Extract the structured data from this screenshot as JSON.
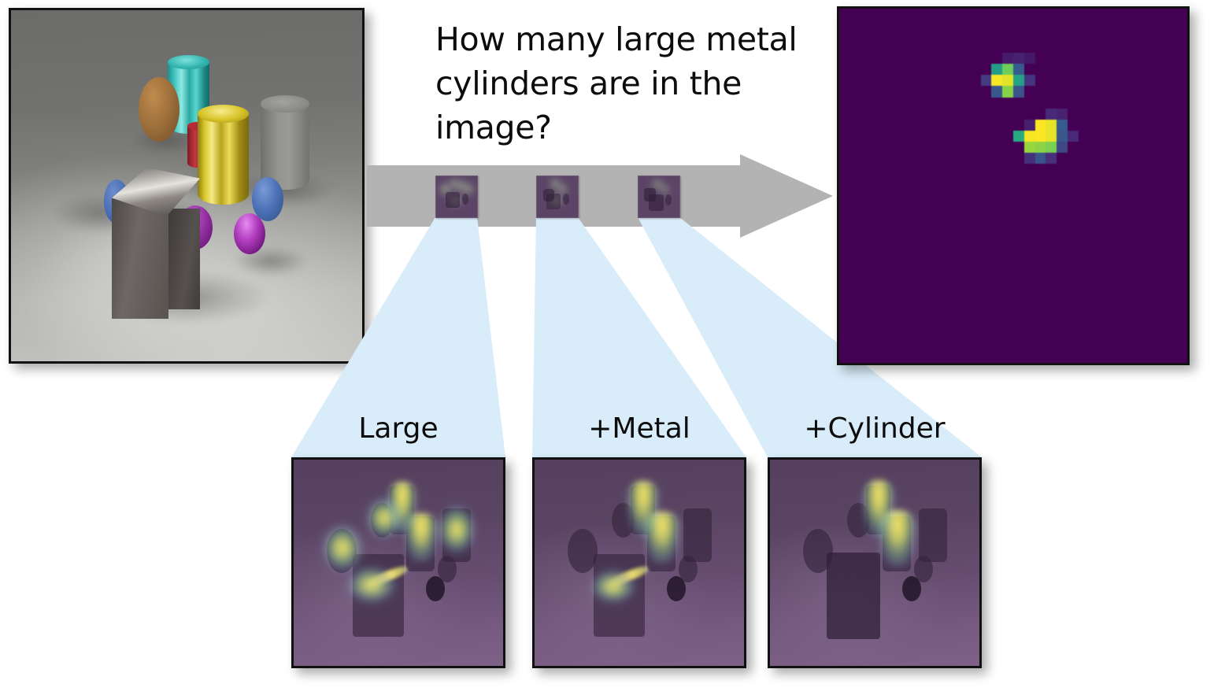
{
  "figure": {
    "title": "CLEVR compositional attention visualization",
    "background_color": "#ffffff"
  },
  "source_image": {
    "name": "clevr-source-image",
    "caption": "",
    "border_color": "#111111",
    "floor_color": "#8c8c89",
    "objects": [
      {
        "shape": "cylinder",
        "color": "cyan",
        "material": "metal",
        "size": "large",
        "hex": "#2fb3ae"
      },
      {
        "shape": "ellipsoid",
        "color": "brown",
        "material": "rubber",
        "size": "large",
        "hex": "#a0713c"
      },
      {
        "shape": "cylinder",
        "color": "yellow",
        "material": "metal",
        "size": "large",
        "hex": "#d4c02c"
      },
      {
        "shape": "cylinder",
        "color": "gray",
        "material": "rubber",
        "size": "large",
        "hex": "#8d8d8a"
      },
      {
        "shape": "cylinder",
        "color": "red",
        "material": "rubber",
        "size": "small",
        "hex": "#b32a34"
      },
      {
        "shape": "ellipsoid",
        "color": "blue",
        "material": "rubber",
        "size": "large",
        "hex": "#4b6fb5"
      },
      {
        "shape": "cube",
        "color": "gray",
        "material": "metal",
        "size": "large",
        "hex": "#56514f"
      },
      {
        "shape": "ellipsoid",
        "color": "blue",
        "material": "rubber",
        "size": "small",
        "hex": "#4b6fb5"
      },
      {
        "shape": "ellipsoid",
        "color": "purple",
        "material": "metal",
        "size": "small",
        "hex": "#9b2fa8"
      }
    ]
  },
  "question": {
    "name": "question-prompt",
    "text": "How many large metal cylinders are in the image?"
  },
  "arrow": {
    "name": "pipeline-arrow",
    "color": "#b3b3b3",
    "direction": "right"
  },
  "arrow_thumbnails": [
    {
      "name": "arrow-thumbnail-large",
      "step": "Large"
    },
    {
      "name": "arrow-thumbnail-metal",
      "step": "+Metal"
    },
    {
      "name": "arrow-thumbnail-cylinder",
      "step": "+Cylinder"
    }
  ],
  "steps": [
    {
      "label": "Large",
      "name": "attention-step-large"
    },
    {
      "label": "+Metal",
      "name": "attention-step-metal"
    },
    {
      "label": "+Cylinder",
      "name": "attention-step-cylinder"
    }
  ],
  "output_map": {
    "name": "final-attention-map",
    "colormap": "viridis",
    "background_hex": "#440054",
    "peak_hex": "#fde725",
    "grid": 32,
    "blob_count": 2,
    "description": "Two bright attention peaks corresponding to the two large metal cylinders"
  },
  "colors": {
    "funnel": "#d9ecf9",
    "arrow": "#b3b3b3",
    "overlay_purple": "#5e4667",
    "map_dark": "#440054",
    "text": "#0c0c0c"
  },
  "chart_data": {
    "type": "heatmap",
    "title": "Final attention map over image grid",
    "colormap": "viridis",
    "grid_size": [
      32,
      32
    ],
    "vmin": 0.0,
    "vmax": 1.0,
    "xlabel": "",
    "ylabel": "",
    "legend": "none",
    "grid": false,
    "peaks": [
      {
        "label": "cyan metal cylinder",
        "row": 6,
        "col": 16,
        "value": 1.0
      },
      {
        "label": "yellow metal cylinder",
        "row": 11,
        "col": 19,
        "value": 1.0
      }
    ],
    "cells": [
      {
        "row": 4,
        "col": 15,
        "value": 0.08
      },
      {
        "row": 4,
        "col": 16,
        "value": 0.1
      },
      {
        "row": 4,
        "col": 17,
        "value": 0.07
      },
      {
        "row": 5,
        "col": 14,
        "value": 0.55
      },
      {
        "row": 5,
        "col": 15,
        "value": 0.78
      },
      {
        "row": 5,
        "col": 16,
        "value": 0.3
      },
      {
        "row": 6,
        "col": 13,
        "value": 0.18
      },
      {
        "row": 6,
        "col": 14,
        "value": 0.99
      },
      {
        "row": 6,
        "col": 15,
        "value": 0.96
      },
      {
        "row": 6,
        "col": 16,
        "value": 0.58
      },
      {
        "row": 6,
        "col": 17,
        "value": 0.16
      },
      {
        "row": 7,
        "col": 14,
        "value": 0.28
      },
      {
        "row": 7,
        "col": 15,
        "value": 0.82
      },
      {
        "row": 7,
        "col": 16,
        "value": 0.26
      },
      {
        "row": 9,
        "col": 19,
        "value": 0.12
      },
      {
        "row": 9,
        "col": 20,
        "value": 0.1
      },
      {
        "row": 10,
        "col": 17,
        "value": 0.09
      },
      {
        "row": 10,
        "col": 18,
        "value": 1.0
      },
      {
        "row": 10,
        "col": 19,
        "value": 0.97
      },
      {
        "row": 10,
        "col": 20,
        "value": 0.3
      },
      {
        "row": 11,
        "col": 16,
        "value": 0.62
      },
      {
        "row": 11,
        "col": 17,
        "value": 0.99
      },
      {
        "row": 11,
        "col": 18,
        "value": 1.0
      },
      {
        "row": 11,
        "col": 19,
        "value": 0.97
      },
      {
        "row": 11,
        "col": 20,
        "value": 0.28
      },
      {
        "row": 11,
        "col": 21,
        "value": 0.12
      },
      {
        "row": 12,
        "col": 17,
        "value": 0.85
      },
      {
        "row": 12,
        "col": 18,
        "value": 0.83
      },
      {
        "row": 12,
        "col": 19,
        "value": 0.8
      },
      {
        "row": 12,
        "col": 20,
        "value": 0.22
      },
      {
        "row": 13,
        "col": 17,
        "value": 0.14
      },
      {
        "row": 13,
        "col": 18,
        "value": 0.26
      },
      {
        "row": 13,
        "col": 19,
        "value": 0.14
      }
    ]
  }
}
